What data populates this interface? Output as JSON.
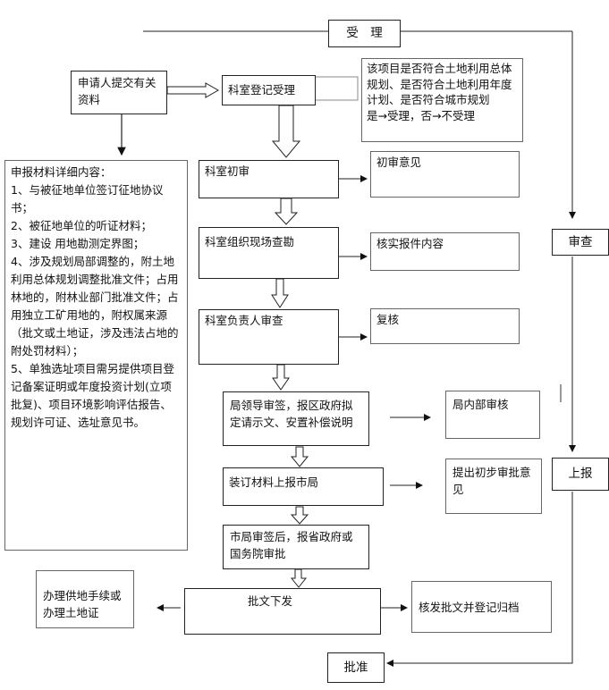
{
  "flowchart": {
    "nodes": {
      "accept": "受　理",
      "review": "审查",
      "report_up": "上报",
      "approve": "批准",
      "applicant": "申请人提交有关资料",
      "register": "科室登记受理",
      "criteria": "该项目是否符合土地利用总体规划、是否符合土地利用年度计划、是否符合城市规划\n是→受理，否→不受理",
      "materials_title": "申报材料详细内容：",
      "materials_items": [
        "1、与被征地单位签订征地协议书；",
        "2、被征地单位的听证材料；",
        "3、建设 用地勘测定界图；",
        "4、涉及规划局部调整的，附土地利用总体规划调整批准文件；占用林地的，附林业部门批准文件；占用独立工矿用地的，附权属来源（批文或土地证，涉及违法占地的附处罚材料）；",
        "5、单独选址项目需另提供项目登记备案证明或年度投资计划(立项批复)、项目环境影响评估报告、规划许可证、选址意见书。"
      ],
      "initial_review": "科室初审",
      "initial_opinion": "初审意见",
      "site_survey": "科室组织现场查勘",
      "verify_content": "核实报件内容",
      "head_review": "科室负责人审查",
      "recheck": "复核",
      "leader_sign": "局领导审签，报区政府拟定请示文、安置补偿说明",
      "internal_review": "局内部审核",
      "bind_submit": "装订材料上报市局",
      "preliminary_opinion": "提出初步审批意见",
      "city_sign": "市局审签后，报省政府或国务院审批",
      "issue": "批文下发",
      "land_supply": "办理供地手续或办理土地证",
      "archive": "核发批文并登记归档"
    }
  }
}
